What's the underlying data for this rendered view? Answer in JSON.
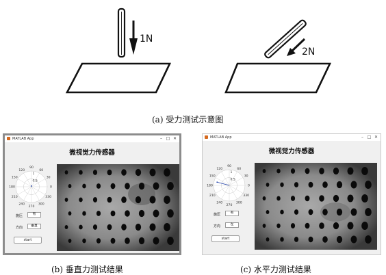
{
  "top_figure": {
    "force_label_1": "1N",
    "force_label_2": "2N",
    "caption": "(a) 受力测试示意图"
  },
  "panels": [
    {
      "id": "b",
      "window_title": "MATLAB App",
      "window_buttons": {
        "minimize": "–",
        "maximize": "□",
        "close": "✕"
      },
      "app_title": "微视觉力传感器",
      "polar_labels": {
        "r05": "0.5",
        "r1": "1",
        "a0": "0",
        "a30": "30",
        "a60": "60",
        "a90": "90",
        "a120": "120",
        "a150": "150",
        "a180": "180",
        "a210": "210",
        "a240": "240",
        "a270": "270",
        "a300": "300",
        "a330": "330"
      },
      "vector_angle_deg": 90,
      "vector_magnitude": 0.05,
      "force_label": "施压",
      "force_value": "有",
      "direction_label": "方向",
      "direction_value": "垂直",
      "start_label": "start",
      "caption": "(b) 垂直力测试结果"
    },
    {
      "id": "c",
      "window_title": "MATLAB App",
      "window_buttons": {
        "minimize": "–",
        "maximize": "□",
        "close": "✕"
      },
      "app_title": "微视觉力传感器",
      "polar_labels": {
        "r05": "0.5",
        "r1": "1",
        "a0": "0",
        "a30": "30",
        "a60": "60",
        "a90": "90",
        "a120": "120",
        "a150": "150",
        "a180": "180",
        "a210": "210",
        "a240": "240",
        "a270": "270",
        "a300": "300",
        "a330": "330"
      },
      "vector_angle_deg": 165,
      "vector_magnitude": 0.8,
      "force_label": "施压",
      "force_value": "有",
      "direction_label": "方向",
      "direction_value": "左",
      "start_label": "start",
      "caption": "(c) 水平力测试结果"
    }
  ]
}
